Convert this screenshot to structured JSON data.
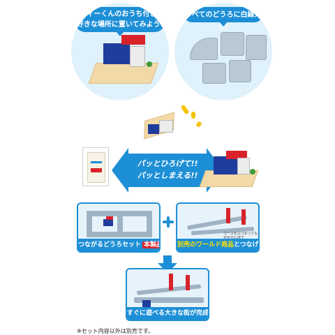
{
  "top_left": {
    "bubble_line1": "ティーくんのおうち付き!",
    "bubble_line2": "好きな場所に置いてみよう!"
  },
  "top_right": {
    "bubble": "すべてのどうろに白線入り!"
  },
  "middle": {
    "arrow_line1": "パッとひろげて!!",
    "arrow_line2": "パッとしまえる!!"
  },
  "panel_left": {
    "caption": "つながるどうろセット",
    "badge": "本製品"
  },
  "panel_right": {
    "caption_highlight": "別売のワールド商品",
    "caption_rest": "とつなげよう!",
    "note_line1": "コースがぶつかっても",
    "note_line2": "がのひにぼで"
  },
  "panel_bottom": {
    "caption": "すぐに遊べる大きな街が完成!"
  },
  "footnote": "※セット内容以外は別売です。",
  "colors": {
    "brand_blue": "#1d8fd6",
    "accent_red": "#d8232a",
    "accent_yellow": "#ffe300"
  }
}
